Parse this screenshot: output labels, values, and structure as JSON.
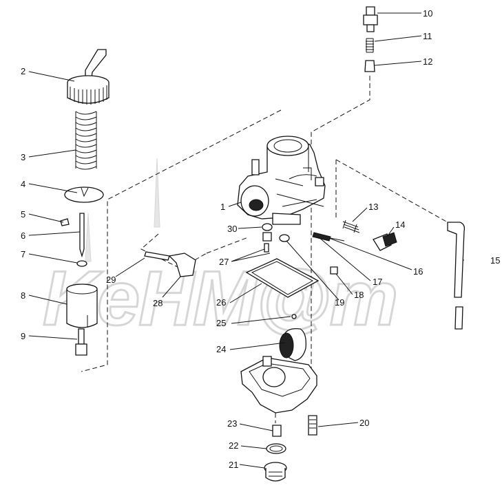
{
  "watermark": {
    "text": "KeHM@m"
  },
  "callouts": [
    {
      "id": "c1",
      "label": "1"
    },
    {
      "id": "c2",
      "label": "2"
    },
    {
      "id": "c3",
      "label": "3"
    },
    {
      "id": "c4",
      "label": "4"
    },
    {
      "id": "c5",
      "label": "5"
    },
    {
      "id": "c6",
      "label": "6"
    },
    {
      "id": "c7",
      "label": "7"
    },
    {
      "id": "c8",
      "label": "8"
    },
    {
      "id": "c9",
      "label": "9"
    },
    {
      "id": "c10",
      "label": "10"
    },
    {
      "id": "c11",
      "label": "11"
    },
    {
      "id": "c12",
      "label": "12"
    },
    {
      "id": "c13",
      "label": "13"
    },
    {
      "id": "c14",
      "label": "14"
    },
    {
      "id": "c15",
      "label": "15"
    },
    {
      "id": "c16",
      "label": "16"
    },
    {
      "id": "c17",
      "label": "17"
    },
    {
      "id": "c18",
      "label": "18"
    },
    {
      "id": "c19",
      "label": "19"
    },
    {
      "id": "c20",
      "label": "20"
    },
    {
      "id": "c21",
      "label": "21"
    },
    {
      "id": "c22",
      "label": "22"
    },
    {
      "id": "c23",
      "label": "23"
    },
    {
      "id": "c24",
      "label": "24"
    },
    {
      "id": "c25",
      "label": "25"
    },
    {
      "id": "c26",
      "label": "26"
    },
    {
      "id": "c27",
      "label": "27"
    },
    {
      "id": "c28",
      "label": "28"
    },
    {
      "id": "c29",
      "label": "29"
    },
    {
      "id": "c30",
      "label": "30"
    }
  ]
}
